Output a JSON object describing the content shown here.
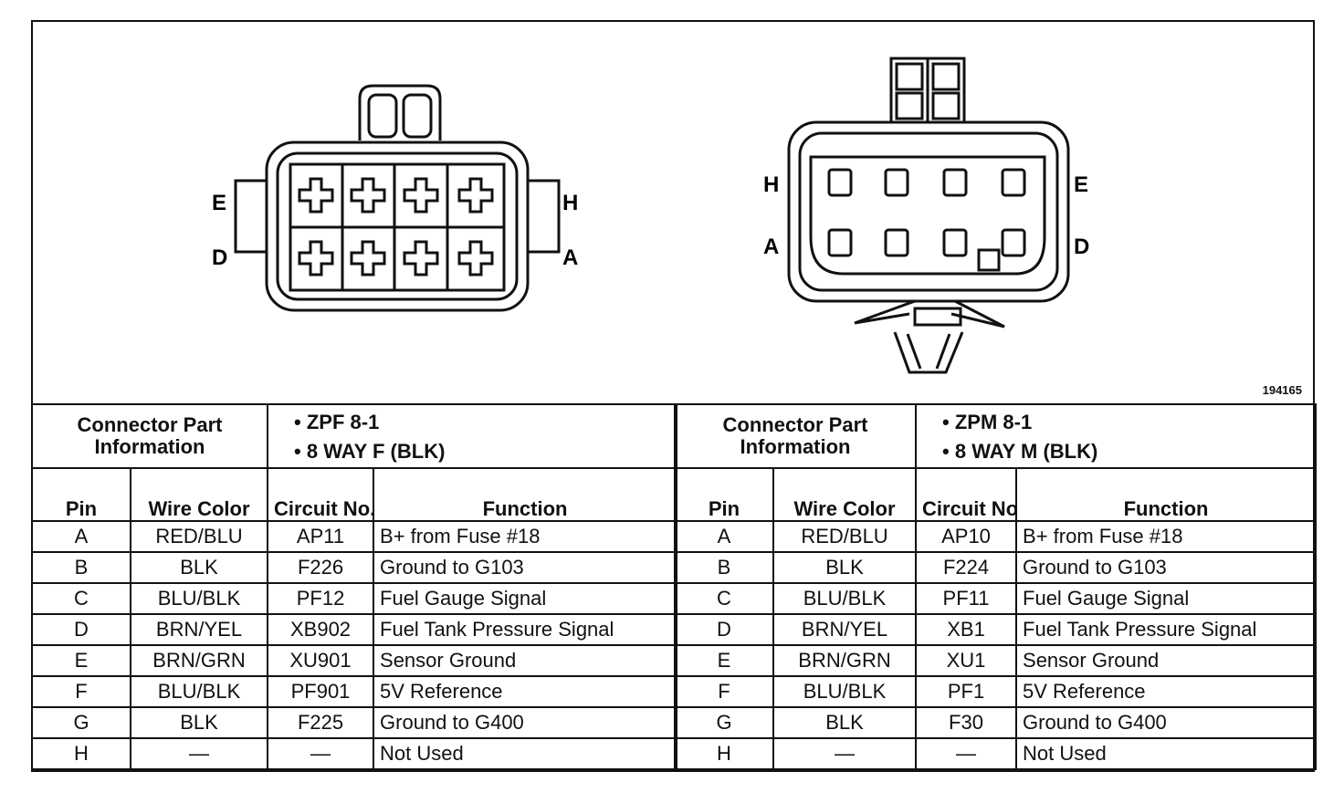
{
  "figure_number": "194165",
  "left_connector": {
    "pin_letters": {
      "E": "E",
      "D": "D",
      "H": "H",
      "A": "A"
    },
    "info_label": "Connector Part Information",
    "info_items": [
      "ZPF 8-1",
      "8 WAY F (BLK)"
    ],
    "headers": {
      "pin": "Pin",
      "wire_color": "Wire Color",
      "circuit_no": "Circuit No.",
      "function": "Function"
    },
    "rows": [
      {
        "pin": "A",
        "wire_color": "RED/BLU",
        "circuit": "AP11",
        "function": "B+ from Fuse #18"
      },
      {
        "pin": "B",
        "wire_color": "BLK",
        "circuit": "F226",
        "function": "Ground to G103"
      },
      {
        "pin": "C",
        "wire_color": "BLU/BLK",
        "circuit": "PF12",
        "function": "Fuel Gauge Signal"
      },
      {
        "pin": "D",
        "wire_color": "BRN/YEL",
        "circuit": "XB902",
        "function": "Fuel Tank Pressure Signal"
      },
      {
        "pin": "E",
        "wire_color": "BRN/GRN",
        "circuit": "XU901",
        "function": "Sensor Ground"
      },
      {
        "pin": "F",
        "wire_color": "BLU/BLK",
        "circuit": "PF901",
        "function": "5V Reference"
      },
      {
        "pin": "G",
        "wire_color": "BLK",
        "circuit": "F225",
        "function": "Ground to G400"
      },
      {
        "pin": "H",
        "wire_color": "—",
        "circuit": "—",
        "function": "Not Used"
      }
    ]
  },
  "right_connector": {
    "pin_letters": {
      "H": "H",
      "A": "A",
      "E": "E",
      "D": "D"
    },
    "info_label": "Connector Part Information",
    "info_items": [
      "ZPM 8-1",
      "8 WAY M (BLK)"
    ],
    "headers": {
      "pin": "Pin",
      "wire_color": "Wire Color",
      "circuit_no": "Circuit No.",
      "function": "Function"
    },
    "rows": [
      {
        "pin": "A",
        "wire_color": "RED/BLU",
        "circuit": "AP10",
        "function": "B+ from Fuse #18"
      },
      {
        "pin": "B",
        "wire_color": "BLK",
        "circuit": "F224",
        "function": "Ground to G103"
      },
      {
        "pin": "C",
        "wire_color": "BLU/BLK",
        "circuit": "PF11",
        "function": "Fuel Gauge Signal"
      },
      {
        "pin": "D",
        "wire_color": "BRN/YEL",
        "circuit": "XB1",
        "function": "Fuel Tank Pressure Signal"
      },
      {
        "pin": "E",
        "wire_color": "BRN/GRN",
        "circuit": "XU1",
        "function": "Sensor Ground"
      },
      {
        "pin": "F",
        "wire_color": "BLU/BLK",
        "circuit": "PF1",
        "function": "5V Reference"
      },
      {
        "pin": "G",
        "wire_color": "BLK",
        "circuit": "F30",
        "function": "Ground to G400"
      },
      {
        "pin": "H",
        "wire_color": "—",
        "circuit": "—",
        "function": "Not Used"
      }
    ]
  }
}
